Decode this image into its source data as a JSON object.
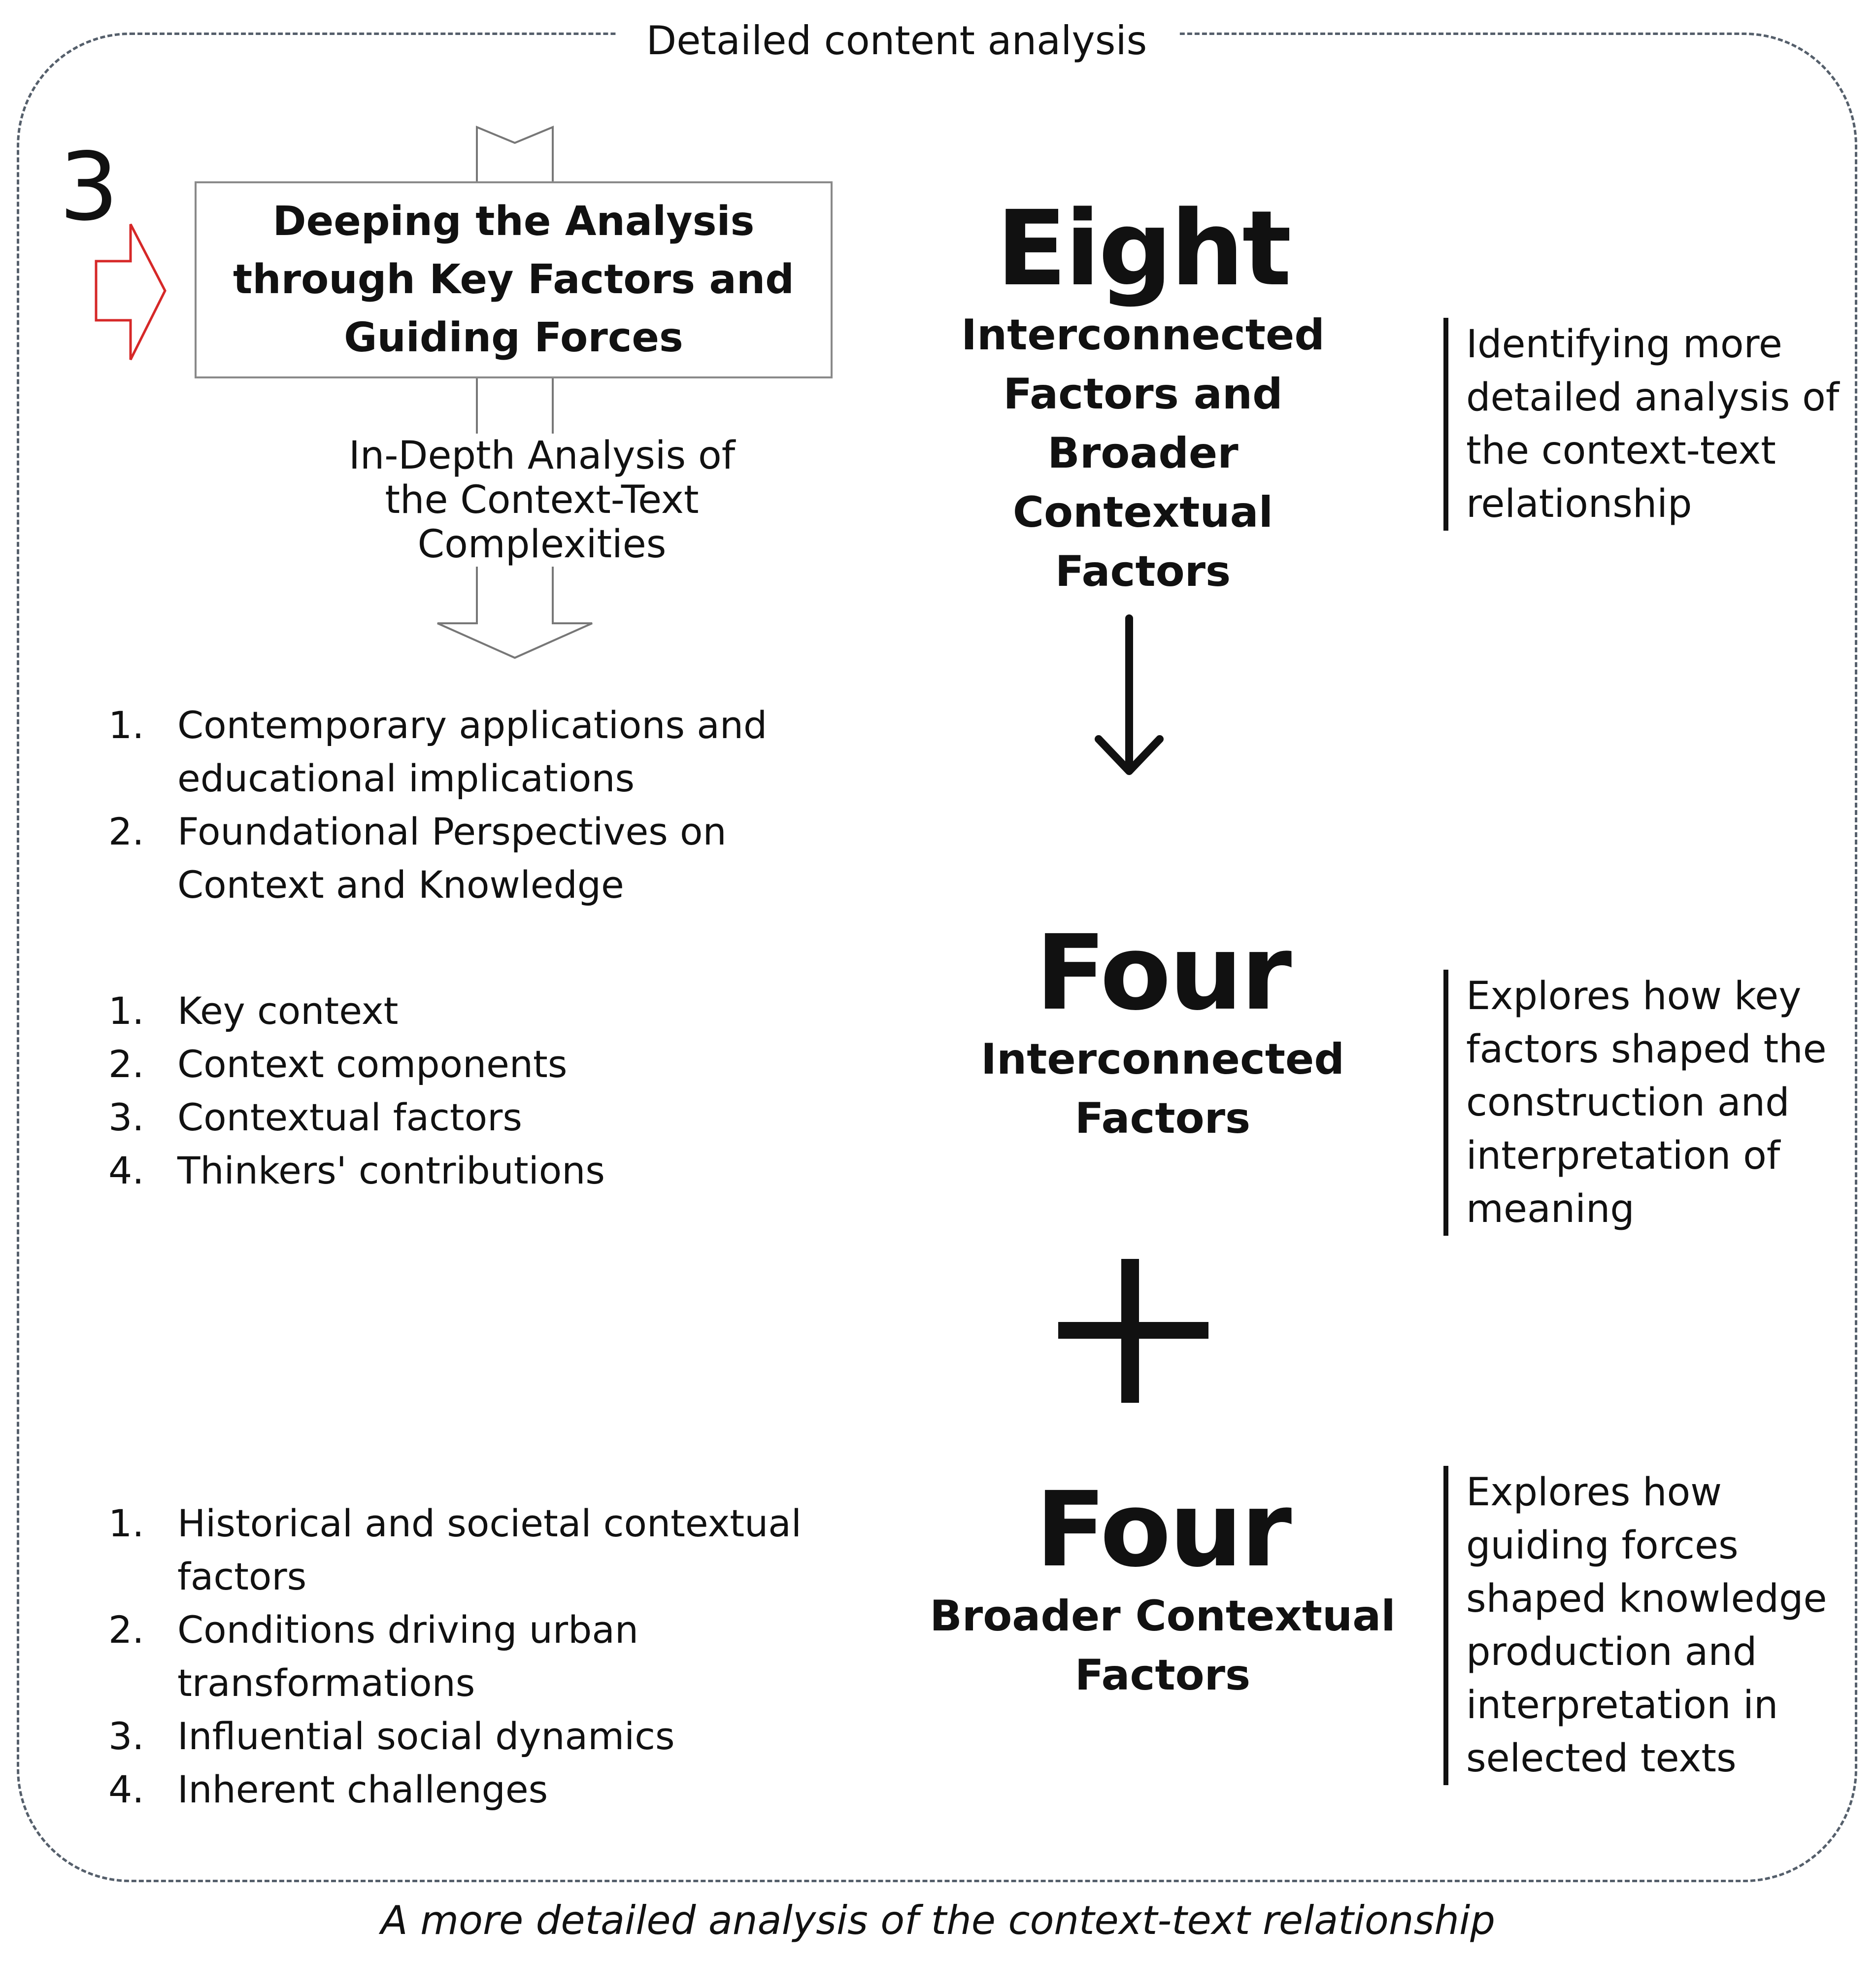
{
  "frame_title": "Detailed content analysis",
  "step_number": "3",
  "key_box": {
    "title": "Deeping the Analysis through Key Factors and Guiding Forces",
    "arrow_label": "In-Depth Analysis of the Context-Text Complexities"
  },
  "lists": [
    {
      "items": [
        {
          "num": "1.",
          "text": "Contemporary applications and educational implications"
        },
        {
          "num": "2.",
          "text": "Foundational Perspectives on Context and Knowledge"
        }
      ]
    },
    {
      "items": [
        {
          "num": "1.",
          "text": "Key context"
        },
        {
          "num": "2.",
          "text": "Context components"
        },
        {
          "num": "3.",
          "text": "Contextual factors"
        },
        {
          "num": "4.",
          "text": "Thinkers' contributions"
        }
      ]
    },
    {
      "items": [
        {
          "num": "1.",
          "text": " Historical and societal contextual factors"
        },
        {
          "num": "2.",
          "text": " Conditions driving urban transformations"
        },
        {
          "num": "3.",
          "text": " Influential social dynamics"
        },
        {
          "num": "4.",
          "text": " Inherent challenges"
        }
      ]
    }
  ],
  "blocks": {
    "eight": {
      "number": "Eight",
      "subtitle": "Interconnected Factors and Broader Contextual Factors",
      "note": "Identifying more detailed analysis of the context-text relationship"
    },
    "four_a": {
      "number": "Four",
      "subtitle": "Interconnected Factors",
      "note": "Explores how key factors shaped the construction and interpretation of meaning"
    },
    "four_b": {
      "number": "Four",
      "subtitle": "Broader Contextual Factors",
      "note": "Explores how guiding forces shaped knowledge production and interpretation in selected texts"
    }
  },
  "caption": "A more detailed analysis of the context-text relationship",
  "colors": {
    "frame": "#555f6b",
    "pointer_arrow": "#d62828",
    "box_border": "#8a8a8a",
    "ink": "#111111"
  },
  "icons": {
    "pointer": "red-outline-right-arrow-icon",
    "flow": "down-arrow-icon",
    "combine": "plus-icon"
  }
}
